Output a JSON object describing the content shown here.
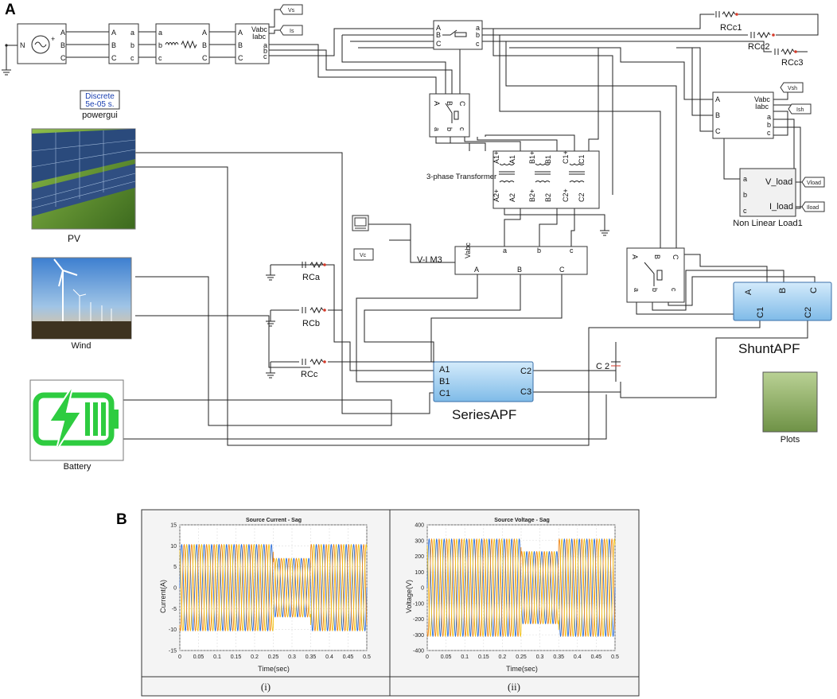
{
  "panels": {
    "a": "A",
    "b": "B"
  },
  "source": {
    "neutral": "N",
    "plus": "+",
    "pins": [
      "A",
      "B",
      "C"
    ]
  },
  "breaker": {
    "in": [
      "A",
      "B",
      "C"
    ],
    "out": [
      "a",
      "b",
      "c"
    ]
  },
  "line_impedance": {
    "in": [
      "a",
      "b",
      "c"
    ],
    "out": [
      "A",
      "B",
      "C"
    ]
  },
  "vi_meter_source": {
    "vabc": "Vabc",
    "iabc": "Iabc",
    "in": [
      "A",
      "B",
      "C"
    ],
    "out": [
      "a",
      "b",
      "c"
    ]
  },
  "tags": {
    "vs": "Vs",
    "is": "Is",
    "vsh": "Vsh",
    "ish": "Ish",
    "vload": "Vload",
    "iload": "Iload",
    "vc": "Vc"
  },
  "powergui": {
    "line1": "Discrete",
    "line2": "5e-05 s.",
    "label": "powergui"
  },
  "series_switch": {
    "in": [
      "A",
      "B",
      "C"
    ],
    "out": [
      "a",
      "b",
      "c"
    ]
  },
  "top_switch": {
    "in": [
      "A",
      "B",
      "C"
    ],
    "out": [
      "a",
      "b",
      "c"
    ]
  },
  "shunt_switch": {
    "in": [
      "A",
      "B",
      "C"
    ],
    "out": [
      "a",
      "b",
      "c"
    ]
  },
  "rc_top": [
    "RCc1",
    "RCc2",
    "RCc3"
  ],
  "rc_left": [
    "RCa",
    "RCb",
    "RCc"
  ],
  "transformer": {
    "label": "3-phase Transformer",
    "top_pins": [
      "A1+",
      "A1",
      "B1+",
      "B1",
      "C1+",
      "C1"
    ],
    "bottom_pins": [
      "A2+",
      "A2",
      "B2+",
      "B2",
      "C2+",
      "C2"
    ]
  },
  "vi_meter_load": {
    "vabc": "Vabc",
    "iabc": "Iabc",
    "in": [
      "A",
      "B",
      "C"
    ],
    "out": [
      "a",
      "b",
      "c"
    ]
  },
  "load": {
    "pins": [
      "a",
      "b",
      "c"
    ],
    "v": "V_load",
    "i": "I_load",
    "label": "Non Linear Load1"
  },
  "vim3": {
    "label": "V-I M3",
    "vabc": "Vabc",
    "out": [
      "a",
      "b",
      "c"
    ],
    "in": [
      "A",
      "B",
      "C"
    ]
  },
  "series_apf": {
    "label": "SeriesAPF",
    "in": [
      "A1",
      "B1",
      "C1"
    ],
    "out": [
      "C2",
      "C3"
    ]
  },
  "shunt_apf": {
    "label": "ShuntAPF",
    "in": [
      "A",
      "B",
      "C"
    ],
    "out": [
      "C1",
      "C2"
    ]
  },
  "dc_cap": "C 2",
  "plots": "Plots",
  "sources": {
    "pv": "PV",
    "wind": "Wind",
    "battery": "Battery"
  },
  "captions": [
    "(i)",
    "(ii)"
  ],
  "colors": {
    "blue_block": "#a9d4f2",
    "plots_green": "#8fb06a",
    "phase_a": "#2f6fd6",
    "phase_b": "#f08a1c",
    "phase_c": "#f2c21a",
    "battery": "#2ecc40"
  },
  "chart_data": [
    {
      "type": "line",
      "title": "Source Current - Sag",
      "xlabel": "Time(sec)",
      "ylabel": "Current(A)",
      "xlim": [
        0,
        0.5
      ],
      "ylim": [
        -15,
        15
      ],
      "xticks": [
        "0",
        "0.05",
        "0.1",
        "0.15",
        "0.2",
        "0.25",
        "0.3",
        "0.35",
        "0.4",
        "0.45",
        "0.5"
      ],
      "yticks": [
        "15",
        "10",
        "5",
        "0",
        "-5",
        "-10",
        "-15"
      ],
      "grid": true,
      "series": [
        {
          "color": "#2f6fd6",
          "amplitude": [
            {
              "t": [
                0,
                0.25
              ],
              "a": 10.3
            },
            {
              "t": [
                0.25,
                0.35
              ],
              "a": 7
            },
            {
              "t": [
                0.35,
                0.5
              ],
              "a": 10.3
            }
          ]
        },
        {
          "color": "#f08a1c",
          "amplitude": [
            {
              "t": [
                0,
                0.25
              ],
              "a": 10.3
            },
            {
              "t": [
                0.25,
                0.35
              ],
              "a": 7
            },
            {
              "t": [
                0.35,
                0.5
              ],
              "a": 10.3
            }
          ]
        },
        {
          "color": "#f2c21a",
          "amplitude": [
            {
              "t": [
                0,
                0.25
              ],
              "a": 10.3
            },
            {
              "t": [
                0.25,
                0.35
              ],
              "a": 7
            },
            {
              "t": [
                0.35,
                0.5
              ],
              "a": 10.3
            }
          ]
        }
      ]
    },
    {
      "type": "line",
      "title": "Source Voltage - Sag",
      "xlabel": "Time(sec)",
      "ylabel": "Voltage(V)",
      "xlim": [
        0,
        0.5
      ],
      "ylim": [
        -400,
        400
      ],
      "xticks": [
        "0",
        "0.05",
        "0.1",
        "0.15",
        "0.2",
        "0.25",
        "0.3",
        "0.35",
        "0.4",
        "0.45",
        "0.5"
      ],
      "yticks": [
        "400",
        "300",
        "200",
        "100",
        "0",
        "-100",
        "-200",
        "-300",
        "-400"
      ],
      "grid": true,
      "series": [
        {
          "color": "#2f6fd6",
          "amplitude": [
            {
              "t": [
                0,
                0.25
              ],
              "a": 310
            },
            {
              "t": [
                0.25,
                0.35
              ],
              "a": 230
            },
            {
              "t": [
                0.35,
                0.5
              ],
              "a": 310
            }
          ]
        },
        {
          "color": "#f08a1c",
          "amplitude": [
            {
              "t": [
                0,
                0.25
              ],
              "a": 310
            },
            {
              "t": [
                0.25,
                0.35
              ],
              "a": 230
            },
            {
              "t": [
                0.35,
                0.5
              ],
              "a": 310
            }
          ]
        },
        {
          "color": "#f2c21a",
          "amplitude": [
            {
              "t": [
                0,
                0.25
              ],
              "a": 310
            },
            {
              "t": [
                0.25,
                0.35
              ],
              "a": 230
            },
            {
              "t": [
                0.35,
                0.5
              ],
              "a": 310
            }
          ]
        }
      ]
    }
  ]
}
